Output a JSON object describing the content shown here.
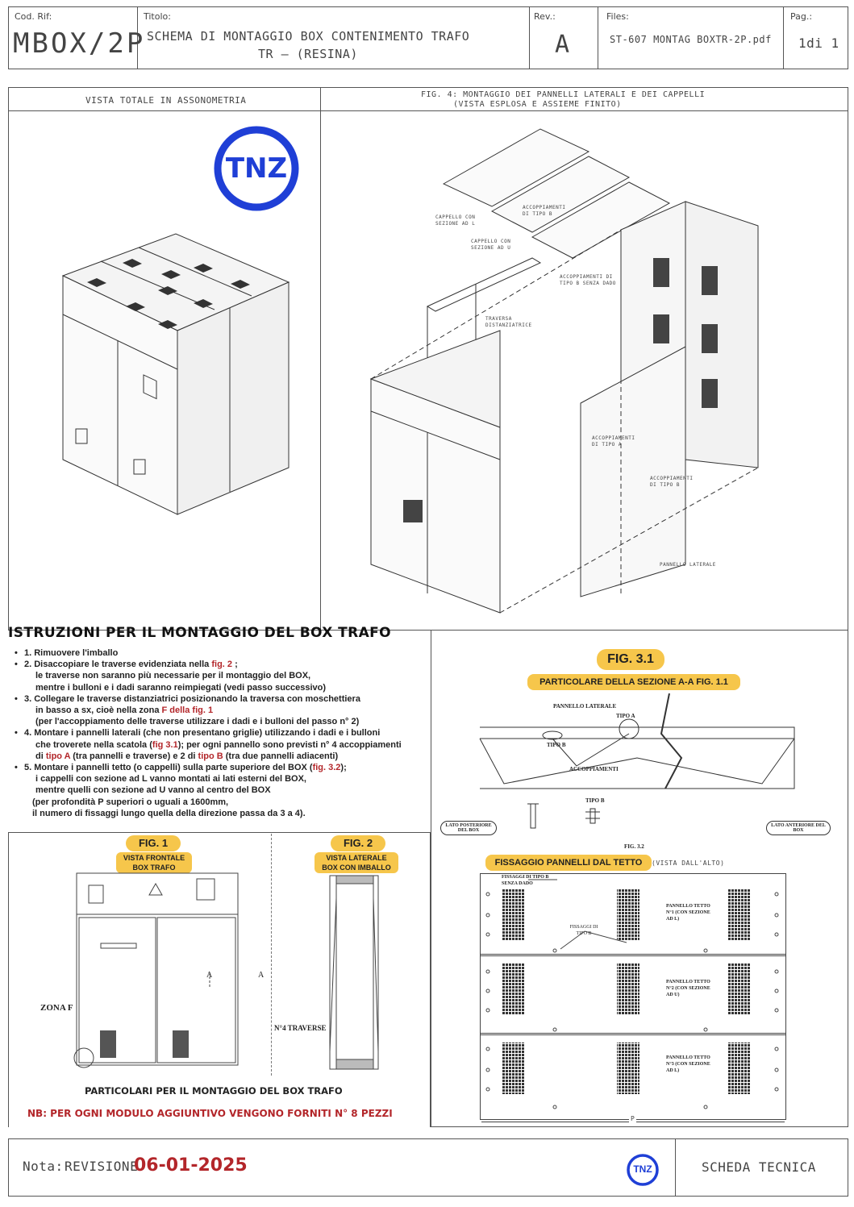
{
  "header": {
    "cod_label": "Cod. Rif:",
    "cod_value": "MBOX/2P",
    "title_label": "Titolo:",
    "title_line1": "SCHEMA DI MONTAGGIO BOX CONTENIMENTO TRAFO",
    "title_line2": "TR — (RESINA)",
    "rev_label": "Rev.:",
    "rev_value": "A",
    "files_label": "Files:",
    "files_value": "ST-607 MONTAG BOXTR-2P.pdf",
    "pag_label": "Pag.:",
    "pag_value": "1di 1"
  },
  "top_panel": {
    "left_title": "VISTA TOTALE IN ASSONOMETRIA",
    "right_title_line1": "FIG. 4: MONTAGGIO DEI PANNELLI LATERALI E DEI CAPPELLI",
    "right_title_line2": "(VISTA ESPLOSA E ASSIEME FINITO)",
    "logo_text": "TNZ",
    "labels": {
      "cappello_l": "CAPPELLO CON SEZIONE AD L",
      "cappello_u": "CAPPELLO CON SEZIONE AD U",
      "acc_b": "ACCOPPIAMENTI DI TIPO B",
      "acc_b_senza": "ACCOPPIAMENTI DI TIPO B SENZA DADO",
      "traversa": "TRAVERSA DISTANZIATRICE",
      "acc_a": "ACCOPPIAMENTI DI TIPO A",
      "acc_b2": "ACCOPPIAMENTI DI TIPO B",
      "pannello_laterale": "PANNELLO LATERALE"
    }
  },
  "instructions": {
    "title": "ISTRUZIONI PER IL MONTAGGIO DEL BOX TRAFO",
    "s1": "1. Rimuovere l'imballo",
    "s2a": "2. Disaccopiare le traverse evidenziata nella ",
    "s2ref": "fig. 2",
    "s2b": " ;",
    "s2c": "le traverse non saranno più necessarie per il montaggio del BOX,",
    "s2d": "mentre i bulloni e i dadi saranno reimpiegati (vedi passo successivo)",
    "s3a": "3. Collegare le traverse distanziatrici posizionando la traversa con moschettiera",
    "s3b": "in basso a sx, cioè nella zona ",
    "s3ref": "F della fig. 1",
    "s3c": "(per l'accoppiamento delle traverse  utilizzare i dadi e i bulloni del passo n° 2)",
    "s4a": "4. Montare i pannelli laterali (che non presentano griglie) utilizzando i dadi e i bulloni",
    "s4b": "che troverete nella scatola (",
    "s4ref": "fig 3.1",
    "s4c": "); per ogni pannello sono previsti n° 4 accoppiamenti",
    "s4d": "di ",
    "s4refA": "tipo A",
    "s4e": " (tra pannelli e traverse) e 2 di ",
    "s4refB": "tipo B",
    "s4f": " (tra due pannelli adiacenti)",
    "s5a": "5. Montare i pannelli tetto (o cappelli) sulla parte superiore del BOX (",
    "s5ref": "fig. 3.2",
    "s5b": ");",
    "s5c": "i cappelli con sezione ad L vanno montati ai lati esterni del BOX,",
    "s5d": "mentre quelli con sezione ad U vanno al centro del BOX",
    "s5e": "(per profondità P superiori o uguali a 1600mm,",
    "s5f": "il numero di fissaggi lungo quella della direzione passa da 3 a 4)."
  },
  "fig31": {
    "label": "FIG. 3.1",
    "subtitle": "PARTICOLARE DELLA SEZIONE A-A FIG. 1.1",
    "pannello_laterale": "PANNELLO LATERALE",
    "tipo_a": "TIPO A",
    "tipo_b": "TIPO B",
    "accoppiamenti": "ACCOPPIAMENTI",
    "tipo_b2": "TIPO B",
    "lato_post": "LATO POSTERIORE DEL BOX",
    "lato_ant": "LATO ANTERIORE DEL BOX",
    "fig32": "FIG. 3.2"
  },
  "fig1": {
    "label": "FIG. 1",
    "subtitle1": "VISTA FRONTALE",
    "subtitle2": "BOX TRAFO",
    "zona": "ZONA F",
    "a": "A"
  },
  "fig2": {
    "label": "FIG. 2",
    "subtitle1": "VISTA LATERALE",
    "subtitle2": "BOX CON IMBALLO",
    "traverse": "N°4 TRAVERSE"
  },
  "roof": {
    "title": "FISSAGGIO PANNELLI DAL TETTO",
    "title_note": "(VISTA DALL'ALTO)",
    "fissaggi_b_senza": "FISSAGGI DI TIPO B SENZA DADO",
    "fissaggi_b": "FISSAGGI DI TIPO B",
    "p1": "PANNELLO TETTO N°1 (CON SEZIONE AD L)",
    "p2": "PANNELLO TETTO N°2 (CON SEZIONE AD U)",
    "p3": "PANNELLO TETTO N°3 (CON SEZIONE AD L)",
    "p": "P"
  },
  "bottom_left": {
    "title": "PARTICOLARI PER IL MONTAGGIO DEL BOX TRAFO",
    "note": "NB: PER OGNI MODULO AGGIUNTIVO VENGONO FORNITI N° 8 PEZZI"
  },
  "footer": {
    "nota": "Nota:",
    "revisione": "REVISIONE",
    "date": "06-01-2025",
    "logo": "TNZ",
    "scheda": "SCHEDA TECNICA"
  },
  "colors": {
    "accent_yellow": "#f6c64b",
    "logo_blue": "#1f3fd6",
    "red_ref": "#b3262a"
  }
}
